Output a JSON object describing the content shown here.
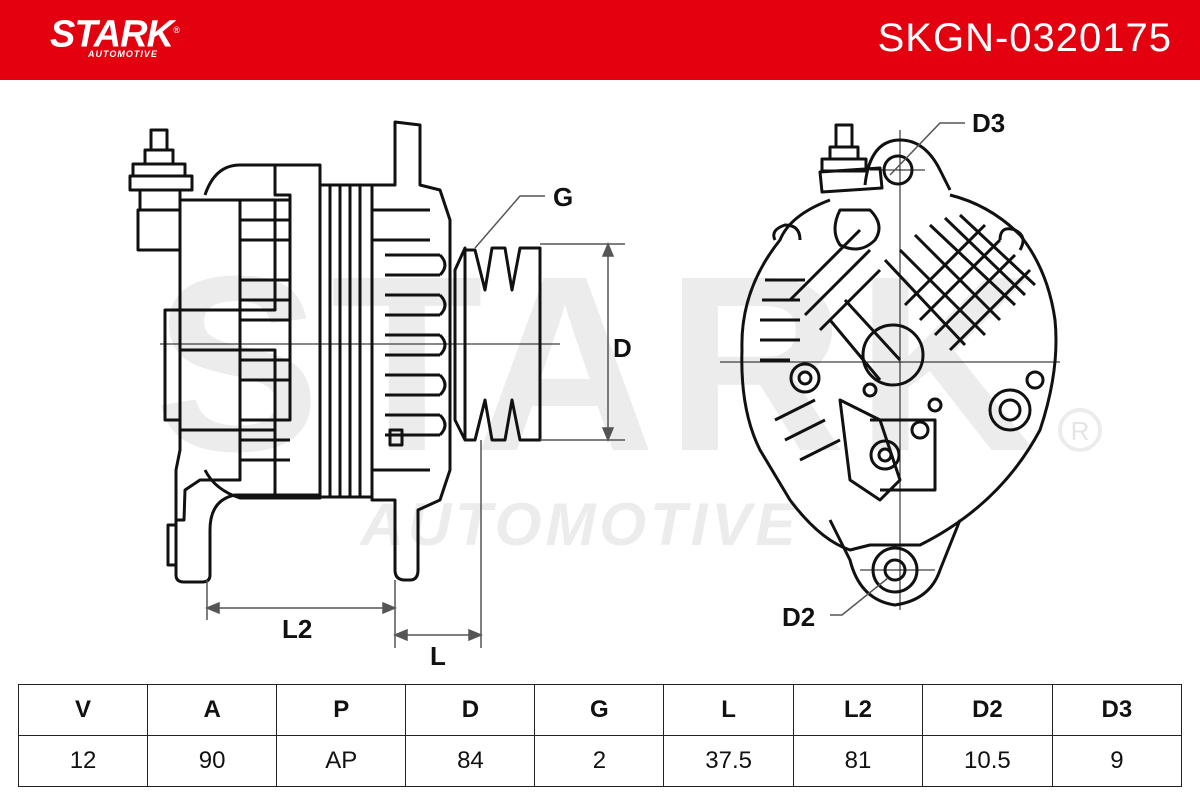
{
  "header": {
    "brand": "STARK",
    "brand_sub": "AUTOMOTIVE",
    "part_number": "SKGN-0320175"
  },
  "watermark": {
    "main": "STARK",
    "sub": "AUTOMOTIVE"
  },
  "labels": {
    "g": "G",
    "d": "D",
    "l": "L",
    "l2": "L2",
    "d2": "D2",
    "d3": "D3"
  },
  "specs": {
    "headers": [
      "V",
      "A",
      "P",
      "D",
      "G",
      "L",
      "L2",
      "D2",
      "D3"
    ],
    "values": [
      "12",
      "90",
      "AP",
      "84",
      "2",
      "37.5",
      "81",
      "10.5",
      "9"
    ]
  }
}
